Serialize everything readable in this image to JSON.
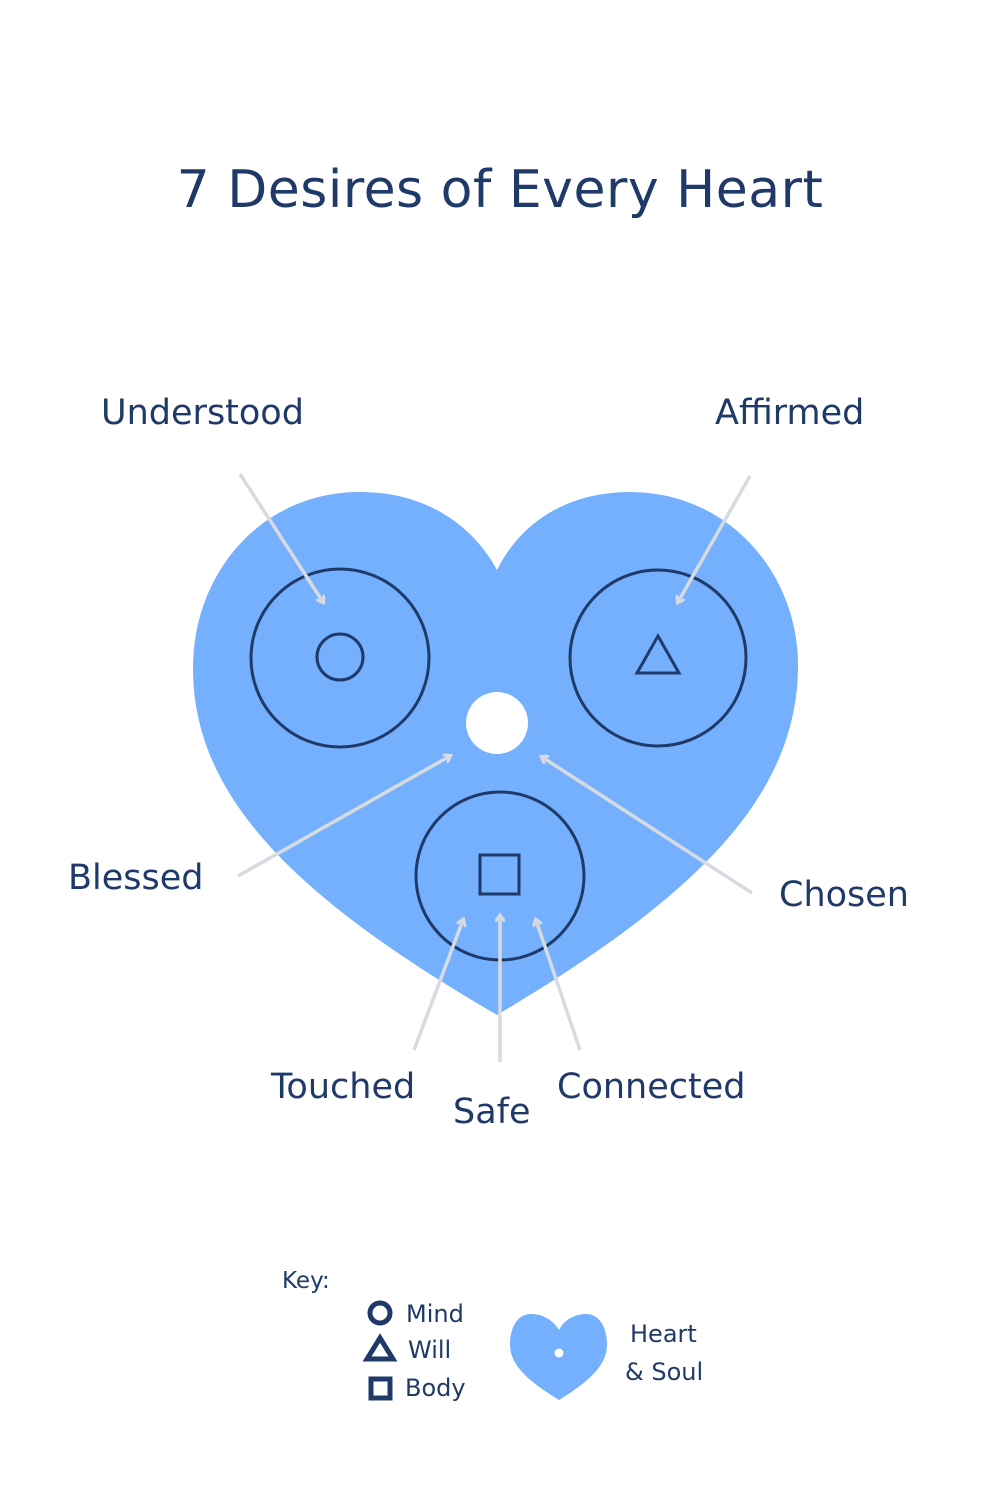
{
  "title": "7 Desires of Every Heart",
  "colors": {
    "heart_fill": "#74b0fd",
    "outline": "#1f3a68",
    "arrow": "#d6dbe2",
    "text": "#1f3a68",
    "center_dot": "#ffffff"
  },
  "labels": {
    "understood": "Understood",
    "affirmed": "Affirmed",
    "blessed": "Blessed",
    "chosen": "Chosen",
    "touched": "Touched",
    "safe": "Safe",
    "connected": "Connected"
  },
  "diagram": {
    "mind_symbol": "circle",
    "will_symbol": "triangle",
    "body_symbol": "square",
    "center": "heart-soul-dot"
  },
  "key": {
    "title": "Key:",
    "items": [
      {
        "symbol": "circle-icon",
        "label": "Mind"
      },
      {
        "symbol": "triangle-icon",
        "label": "Will"
      },
      {
        "symbol": "square-icon",
        "label": "Body"
      }
    ],
    "heart_label_line1": "Heart",
    "heart_label_line2": "& Soul"
  }
}
